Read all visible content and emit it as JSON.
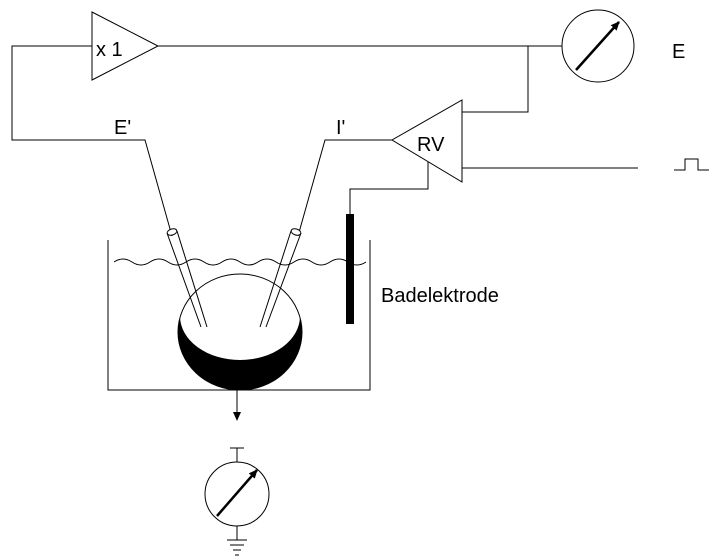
{
  "labels": {
    "buffer_amp": "x 1",
    "voltage_electrode": "E'",
    "current_electrode": "I'",
    "feedback_amp": "RV",
    "output_e": "E",
    "bath_electrode": "Badelektrode"
  },
  "icons": {
    "voltmeter": "meter-arrow-icon",
    "current_meter": "meter-arrow-icon",
    "pulse": "square-pulse-icon",
    "ground": "ground-icon"
  },
  "colors": {
    "stroke": "#000000",
    "fill": "#000000",
    "background": "#ffffff"
  }
}
